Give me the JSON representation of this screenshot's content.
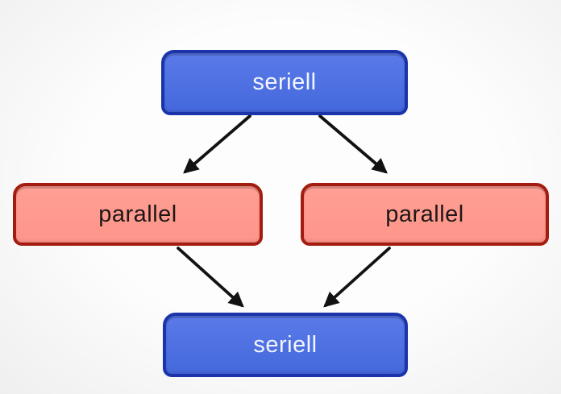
{
  "diagram": {
    "type": "flowchart",
    "description": "fork-join pattern: serial stage fans out to two parallel stages, which join back into a serial stage",
    "nodes": {
      "top_seriell": {
        "label": "seriell",
        "kind": "seriell"
      },
      "left_parallel": {
        "label": "parallel",
        "kind": "parallel"
      },
      "right_parallel": {
        "label": "parallel",
        "kind": "parallel"
      },
      "bottom_seriell": {
        "label": "seriell",
        "kind": "seriell"
      }
    },
    "edges": [
      {
        "from": "top_seriell",
        "to": "left_parallel"
      },
      {
        "from": "top_seriell",
        "to": "right_parallel"
      },
      {
        "from": "left_parallel",
        "to": "bottom_seriell"
      },
      {
        "from": "right_parallel",
        "to": "bottom_seriell"
      }
    ]
  },
  "colors": {
    "seriell_fill": "#4468dc",
    "seriell_fill_top": "#5a7ae8",
    "seriell_border": "#1c34ab",
    "seriell_text": "#f3f6fd",
    "parallel_fill": "#fd958a",
    "parallel_fill_top": "#ff9f93",
    "parallel_border": "#a41c10",
    "parallel_text": "#1f1717",
    "arrow": "#121212",
    "background": "#fdfdfd",
    "background_edge": "#efefef"
  }
}
